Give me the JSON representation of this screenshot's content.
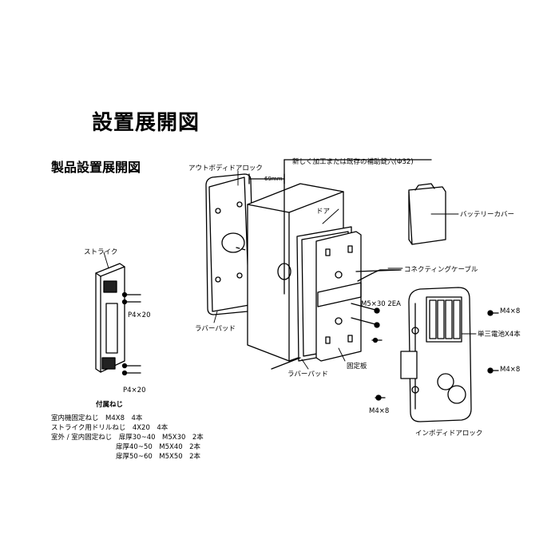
{
  "title": "設置展開図",
  "subtitle": "製品設置展開図",
  "labels": {
    "out_body": "アウトボディドアロック",
    "hole_note": "新しく加工または既存の補助錠穴(Φ32)",
    "dim_69": "69mm",
    "door": "ドア",
    "battery_cover": "バッテリーカバー",
    "strike": "ストライク",
    "p4x20_top": "P4×20",
    "p4x20_bottom": "P4×20",
    "connecting_cable": "コネクティングケーブル",
    "m5x30": "M5×30 2EA",
    "m4x8_top": "M4×8",
    "rubber_pad_left": "ラバーパッド",
    "battery": "単三電池X4本",
    "rubber_pad_bottom": "ラバーパッド",
    "fixing_plate": "固定板",
    "m4x8_right": "M4×8",
    "m4x8_bottom": "M4×8",
    "in_body": "インボディドアロック"
  },
  "accessories": {
    "heading": "付属ねじ",
    "rows": [
      "室内機固定ねじ　M4X8　4本",
      "ストライク用ドリルねじ　4X20　4本",
      "室外 / 室内固定ねじ　扉厚30~40　M5X30　2本",
      "扉厚40~50　M5X40　2本",
      "扉厚50~60　M5X50　2本"
    ]
  }
}
